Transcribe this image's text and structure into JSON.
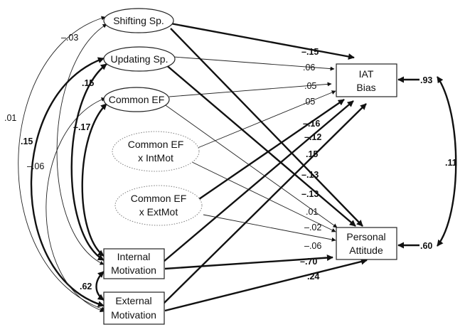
{
  "nodes": {
    "shifting": "Shifting Sp.",
    "updating": "Updating Sp.",
    "common_ef": "Common EF",
    "ef_intmot_1": "Common EF",
    "ef_intmot_2": "x IntMot",
    "ef_extmot_1": "Common EF",
    "ef_extmot_2": "x ExtMot",
    "internal_1": "Internal",
    "internal_2": "Motivation",
    "external_1": "External",
    "external_2": "Motivation",
    "iat_1": "IAT",
    "iat_2": "Bias",
    "attitude_1": "Personal",
    "attitude_2": "Attitude"
  },
  "paths": {
    "shift_iat": "–.15",
    "upd_iat": ".06",
    "cef_iat": ".05",
    "efint_iat": ".05",
    "efext_iat": "–.16",
    "intmot_iat": "–.12",
    "extmot_iat": ".15",
    "shift_att": "–.13",
    "upd_att": "–.13",
    "cef_att": ".01",
    "efint_att": "–.02",
    "efext_att": "–.06",
    "intmot_att": "–.70",
    "extmot_att": ".24"
  },
  "covariances": {
    "shift_ext": ".01",
    "shift_int": "–.03",
    "upd_ext": ".15",
    "upd_int": ".15",
    "cef_ext": "–.06",
    "cef_int": "–.17",
    "int_ext": ".62",
    "iat_att": ".11"
  },
  "residuals": {
    "iat": ".93",
    "attitude": ".60"
  }
}
